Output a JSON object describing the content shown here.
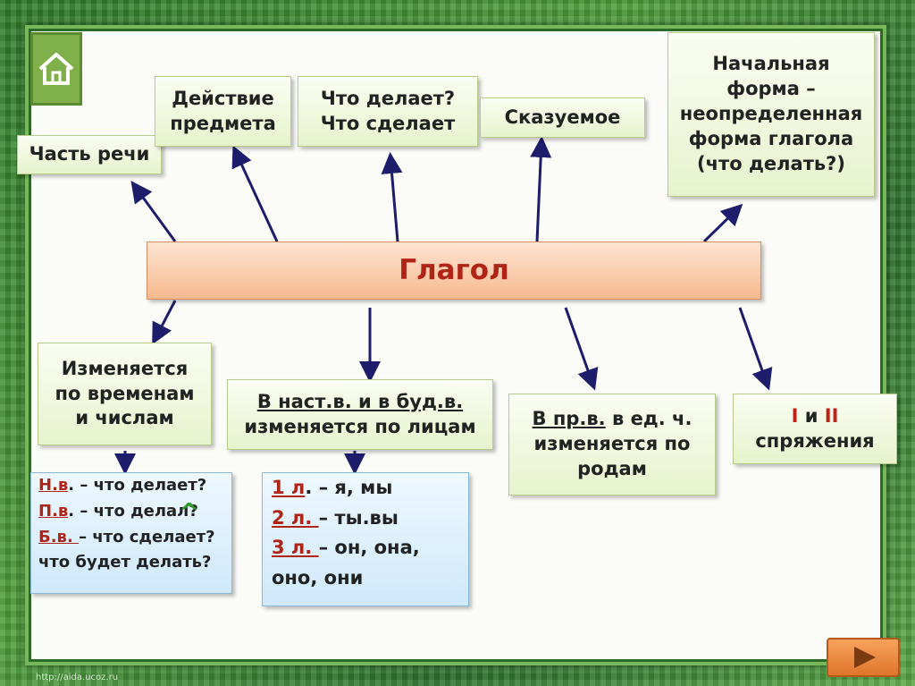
{
  "center": "Глагол",
  "top": {
    "part_of_speech": "Часть речи",
    "action": [
      "Действие",
      "предмета"
    ],
    "question": [
      "Что делает?",
      "Что сделает"
    ],
    "predicate": "Сказуемое",
    "initial_form": [
      "Начальная",
      "форма –",
      "неопределенная",
      "форма глагола",
      "(что делать?)"
    ]
  },
  "bottom": {
    "tenses": [
      "Изменяется",
      "по временам",
      "и числам"
    ],
    "persons": [
      "В наст.в. и в буд.в.",
      "изменяется по лицам"
    ],
    "past": {
      "prefix": "В пр.в.",
      "rest1": " в ед. ч.",
      "line2": "изменяется по",
      "line3": "родам"
    },
    "conjugation": {
      "roman1": "I",
      "and": " и ",
      "roman2": "II",
      "line2": "спряжения"
    }
  },
  "tense_questions": [
    {
      "abbr": "Н.в",
      "text": ". – что делает?"
    },
    {
      "abbr": "П.в",
      "text": ". – что делал?"
    },
    {
      "abbr": "Б.в. ",
      "text": "– что сделает?"
    },
    {
      "abbr": "",
      "text": "что будет делать?"
    }
  ],
  "person_forms": [
    {
      "abbr": "1 л",
      "text": ". – я, мы"
    },
    {
      "abbr": "2 л. ",
      "text": "– ты.вы"
    },
    {
      "abbr": "3 л. ",
      "text": "– он, она,"
    },
    {
      "abbr": "",
      "text": "оно, они"
    }
  ],
  "caret": "^",
  "footer": "http://aida.ucoz.ru",
  "icons": {
    "home": "home-icon",
    "next": "play-arrow-icon"
  },
  "colors": {
    "accent": "#b02418",
    "frame": "#79b85a",
    "next": "#e0762b"
  }
}
